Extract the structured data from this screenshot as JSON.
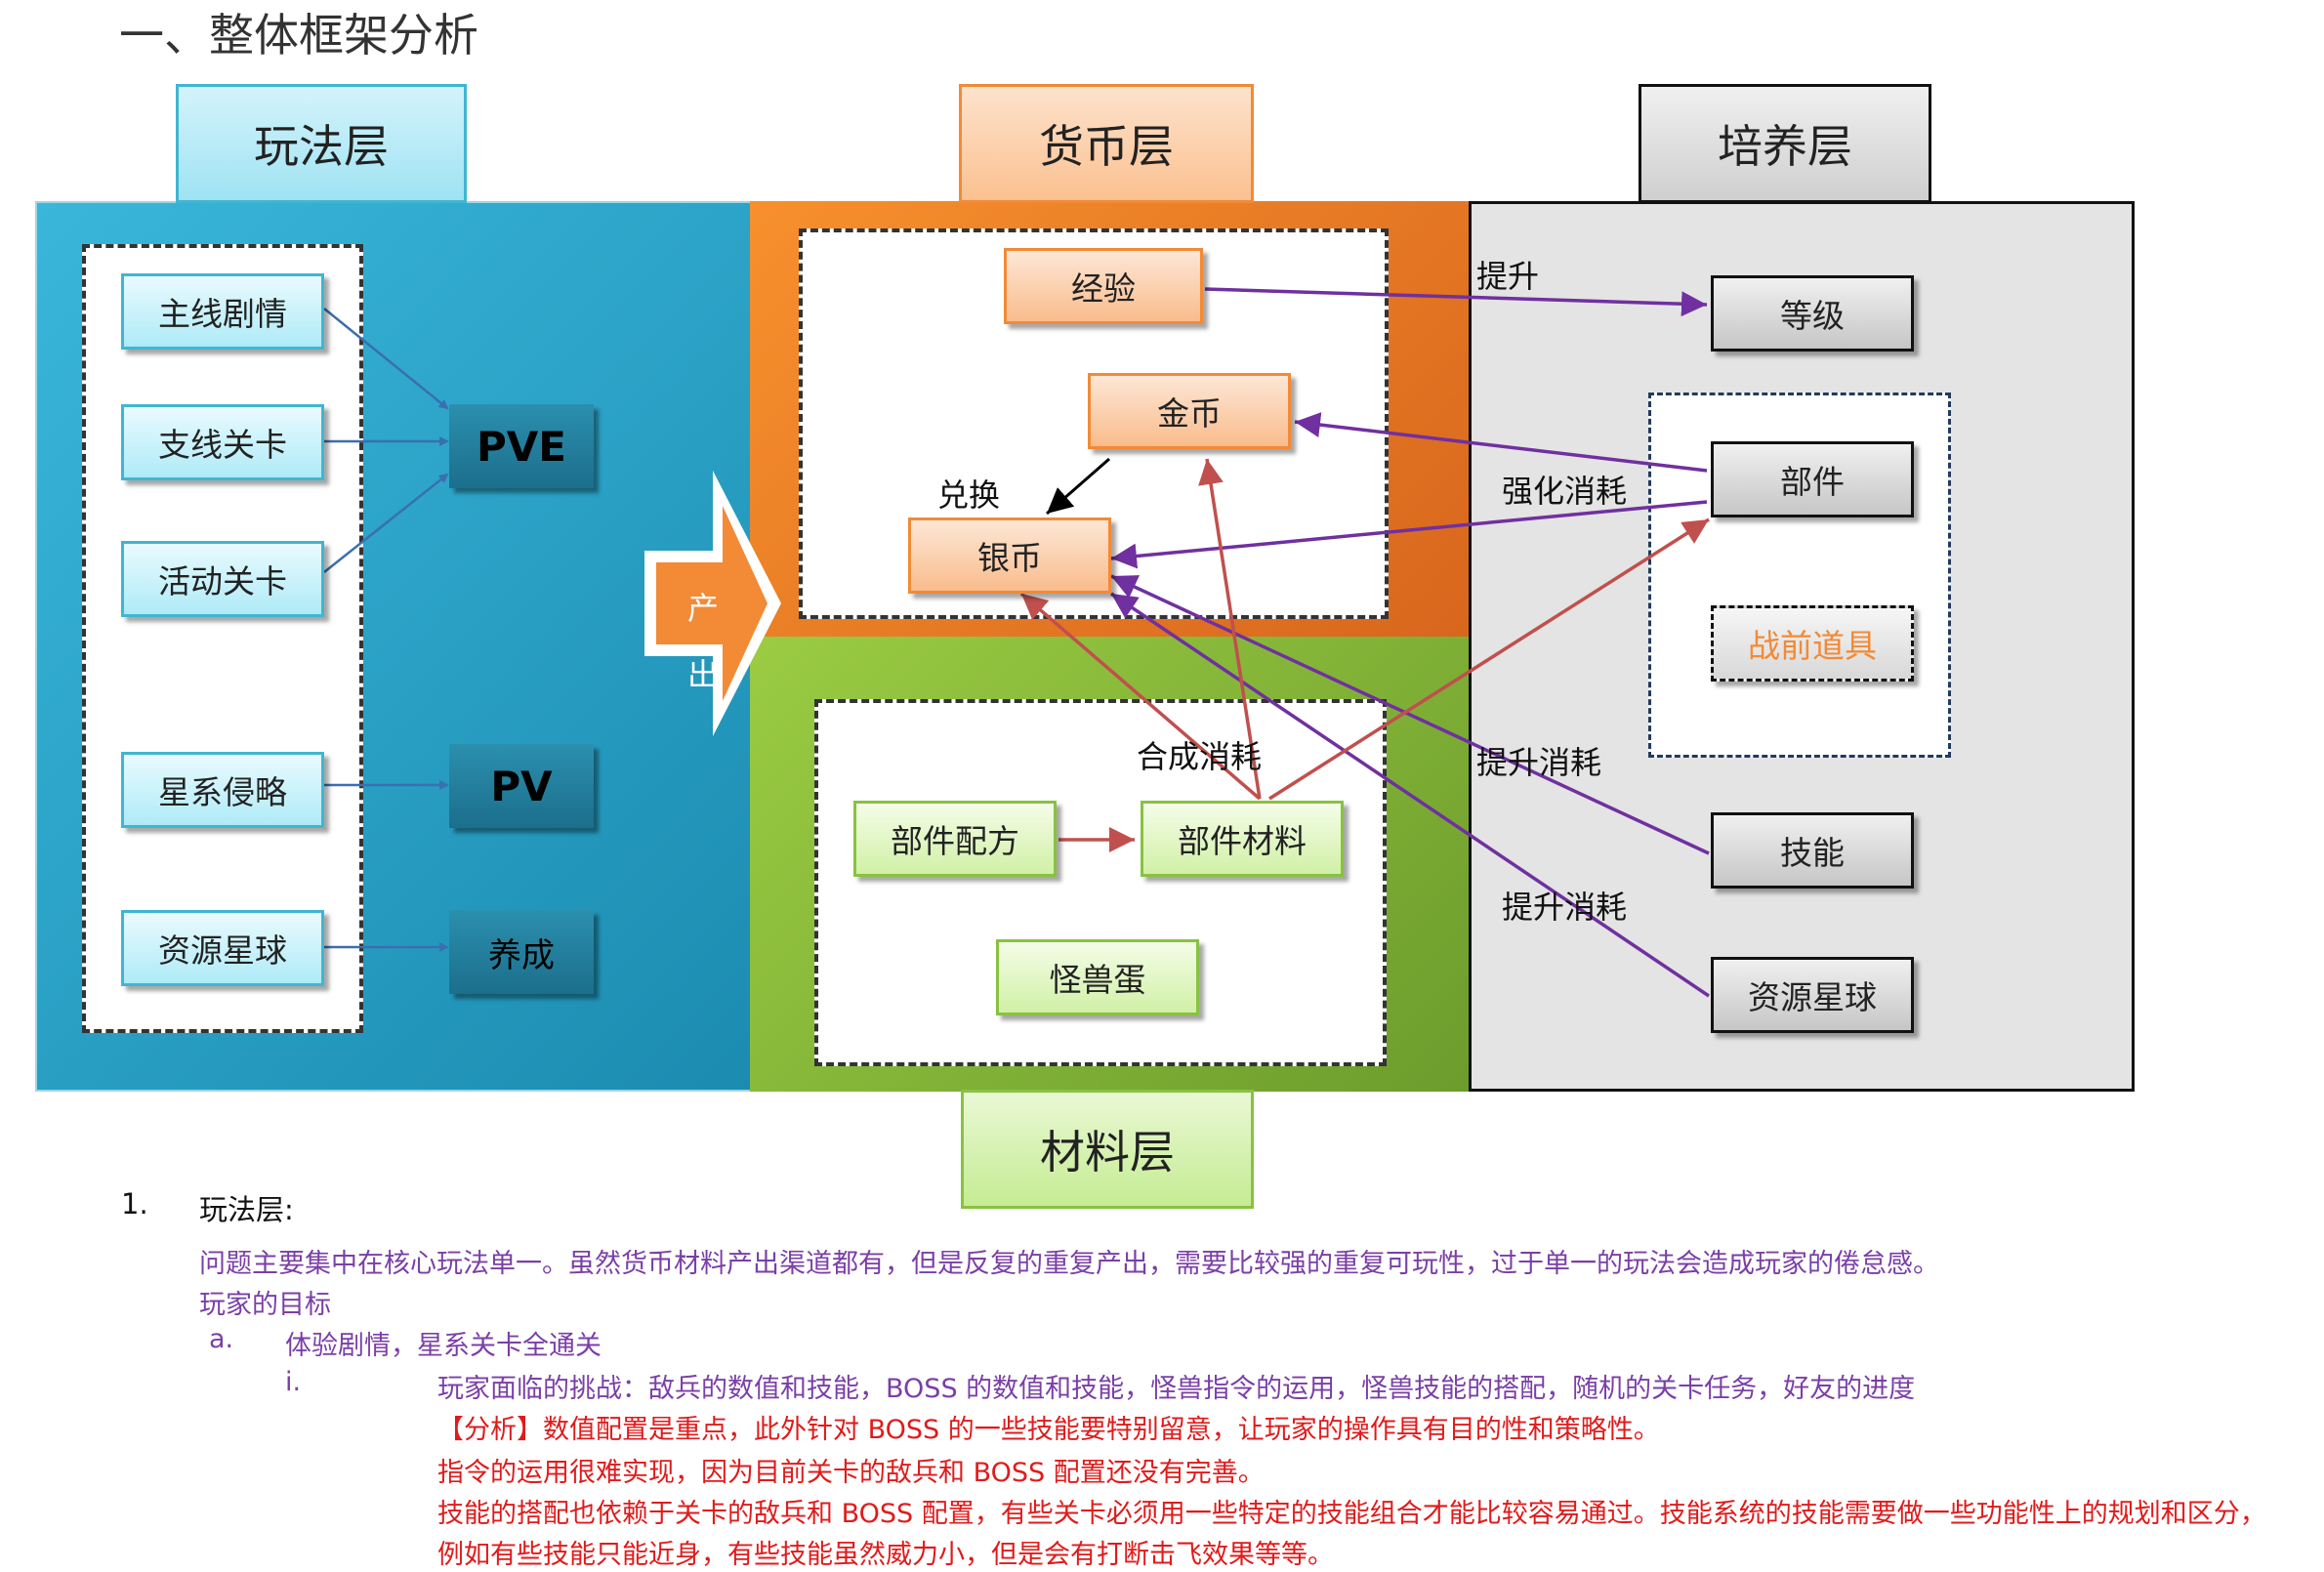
{
  "heading": "一、整体框架分析",
  "layers": {
    "gameplay": "玩法层",
    "currency": "货币层",
    "growth": "培养层",
    "material": "材料层"
  },
  "gameplay_items": [
    "主线剧情",
    "支线关卡",
    "活动关卡",
    "星系侵略",
    "资源星球"
  ],
  "modes": {
    "pve": "PVE",
    "pv": "PV",
    "nurture": "养成"
  },
  "output_arrow": {
    "chars": [
      "产",
      "出"
    ]
  },
  "currency_items": {
    "exp": "经验",
    "gold": "金币",
    "silver": "银币"
  },
  "exchange_label": "兑换",
  "material_items": {
    "recipe": "部件配方",
    "material": "部件材料",
    "egg": "怪兽蛋"
  },
  "synth_label": "合成消耗",
  "growth_items": {
    "level": "等级",
    "part": "部件",
    "prebattle": "战前道具",
    "skill": "技能",
    "planet": "资源星球"
  },
  "arrow_labels": {
    "upgrade": "提升",
    "strengthen": "强化消耗",
    "upgrade_cost_1": "提升消耗",
    "upgrade_cost_2": "提升消耗"
  },
  "section": {
    "number": "1.",
    "title": "玩法层:",
    "p1": "问题主要集中在核心玩法单一。虽然货币材料产出渠道都有，但是反复的重复产出，需要比较强的重复可玩性，过于单一的玩法会造成玩家的倦怠感。",
    "p2": "玩家的目标",
    "a_marker": "a.",
    "a_text": "体验剧情，星系关卡全通关",
    "i_marker": "i.",
    "i_text": "玩家面临的挑战：敌兵的数值和技能，BOSS 的数值和技能，怪兽指令的运用，怪兽技能的搭配，随机的关卡任务，好友的进度",
    "r1": "【分析】数值配置是重点，此外针对 BOSS 的一些技能要特别留意，让玩家的操作具有目的性和策略性。",
    "r2": "指令的运用很难实现，因为目前关卡的敌兵和 BOSS 配置还没有完善。",
    "r3": "技能的搭配也依赖于关卡的敌兵和 BOSS 配置，有些关卡必须用一些特定的技能组合才能比较容易通过。技能系统的技能需要做一些功能性上的规划和区分，",
    "r4": "例如有些技能只能近身，有些技能虽然威力小，但是会有打断击飞效果等等。"
  },
  "colors": {
    "blue": "#2aa3c9",
    "orange": "#f28a36",
    "green": "#8dc63f",
    "gray": "#e4e4e4",
    "purple": "#7030a0",
    "red": "#c0504d"
  }
}
